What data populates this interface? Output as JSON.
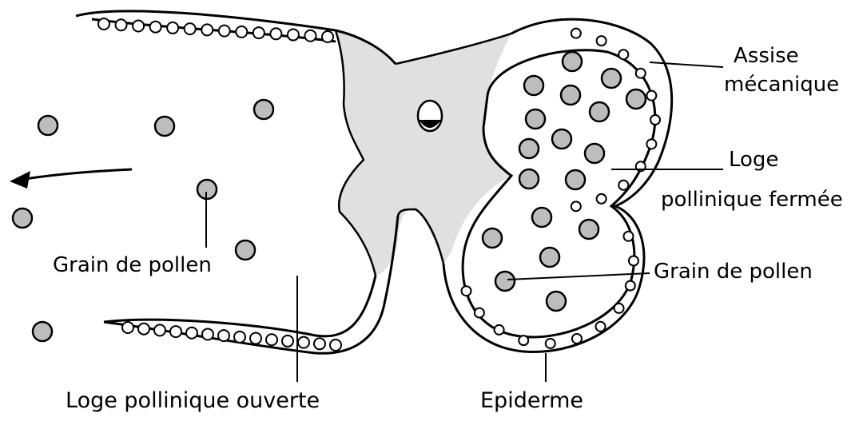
{
  "labels": {
    "assise_line1": "Assise",
    "assise_line2": "mécanique",
    "loge_fermee_line1": "Loge",
    "loge_fermee_line2": "pollinique fermée",
    "grain_right": "Grain de pollen",
    "grain_left": "Grain de pollen",
    "loge_ouverte": "Loge pollinique ouverte",
    "epiderme": "Epiderme"
  },
  "colors": {
    "ink": "#000000",
    "tissue": "#e0e0e0",
    "pollen": "#bdbdbd",
    "background": "#ffffff"
  },
  "icons": {
    "arrow": "left-arrow-icon",
    "vascular_bundle": "vascular-bundle-icon"
  }
}
